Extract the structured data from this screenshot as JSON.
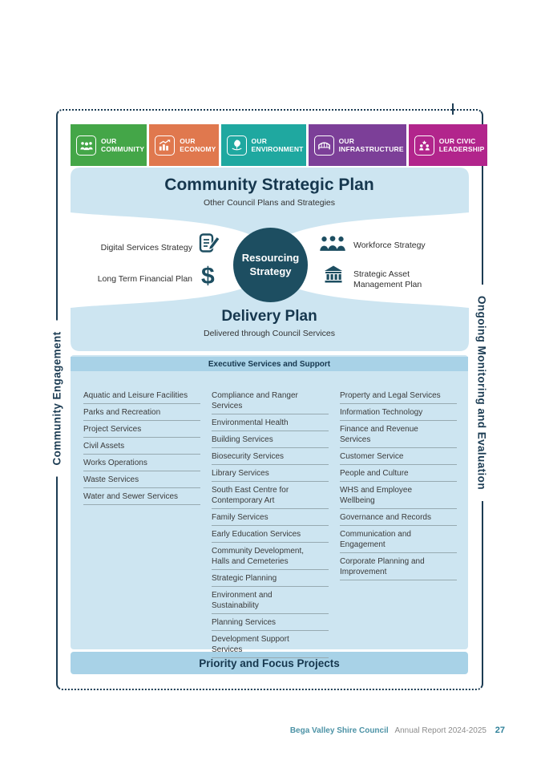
{
  "theme": {
    "light_blue": "#cde5f1",
    "band_blue": "#a8d2e7",
    "navy": "#16374e",
    "circle_teal": "#1d4e61",
    "frame": "#1c3c53",
    "footer_teal": "#4d93a6"
  },
  "frame": {
    "left_label": "Community Engagement",
    "right_label": "Ongoing Monitoring and Evaluation"
  },
  "pillars": [
    {
      "line1": "OUR",
      "line2": "COMMUNITY",
      "color": "#44A648",
      "icon": "community-people-icon"
    },
    {
      "line1": "OUR",
      "line2": "ECONOMY",
      "color": "#E0784E",
      "icon": "economy-chart-icon"
    },
    {
      "line1": "OUR",
      "line2": "ENVIRONMENT",
      "color": "#1FA8A0",
      "icon": "environment-leaf-icon"
    },
    {
      "line1": "OUR",
      "line2": "INFRASTRUCTURE",
      "color": "#7C3F98",
      "icon": "infrastructure-bridge-icon"
    },
    {
      "line1": "OUR CIVIC",
      "line2": "LEADERSHIP",
      "color": "#B2258C",
      "icon": "civic-leadership-icon"
    }
  ],
  "strategic_plan": {
    "title": "Community Strategic Plan",
    "subtitle": "Other Council Plans and Strategies"
  },
  "resourcing": {
    "circle_line1": "Resourcing",
    "circle_line2": "Strategy",
    "dollar_glyph": "$",
    "left": [
      {
        "label": "Digital Services Strategy",
        "icon": "document-pencil-icon"
      },
      {
        "label": "Long Term Financial Plan",
        "icon": "dollar-icon"
      }
    ],
    "right": [
      {
        "label": "Workforce Strategy",
        "icon": "workforce-people-icon"
      },
      {
        "label": "Strategic Asset Management Plan",
        "icon": "government-building-icon"
      }
    ]
  },
  "delivery_plan": {
    "title": "Delivery Plan",
    "subtitle": "Delivered through Council Services"
  },
  "services": {
    "header": "Executive Services and Support",
    "columns": [
      [
        "Aquatic and Leisure Facilities",
        "Parks and Recreation",
        "Project Services",
        "Civil Assets",
        "Works Operations",
        "Waste Services",
        "Water and Sewer Services"
      ],
      [
        "Compliance and Ranger Services",
        "Environmental Health",
        "Building Services",
        "Biosecurity Services",
        "Library Services",
        "South East Centre for Contemporary Art",
        "Family Services",
        "Early Education Services",
        "Community Development, Halls and Cemeteries",
        "Strategic Planning",
        "Environment and Sustainability",
        "Planning Services",
        "Development Support Services"
      ],
      [
        "Property and Legal Services",
        "Information Technology",
        "Finance and Revenue Services",
        "Customer Service",
        "People and Culture",
        "WHS and Employee Wellbeing",
        "Governance and Records",
        "Communication and Engagement",
        "Corporate Planning and Improvement"
      ]
    ]
  },
  "priority": {
    "title": "Priority and Focus Projects"
  },
  "footer": {
    "brand": "Bega Valley Shire Council",
    "report": "Annual Report 2024-2025",
    "page_number": "27"
  }
}
